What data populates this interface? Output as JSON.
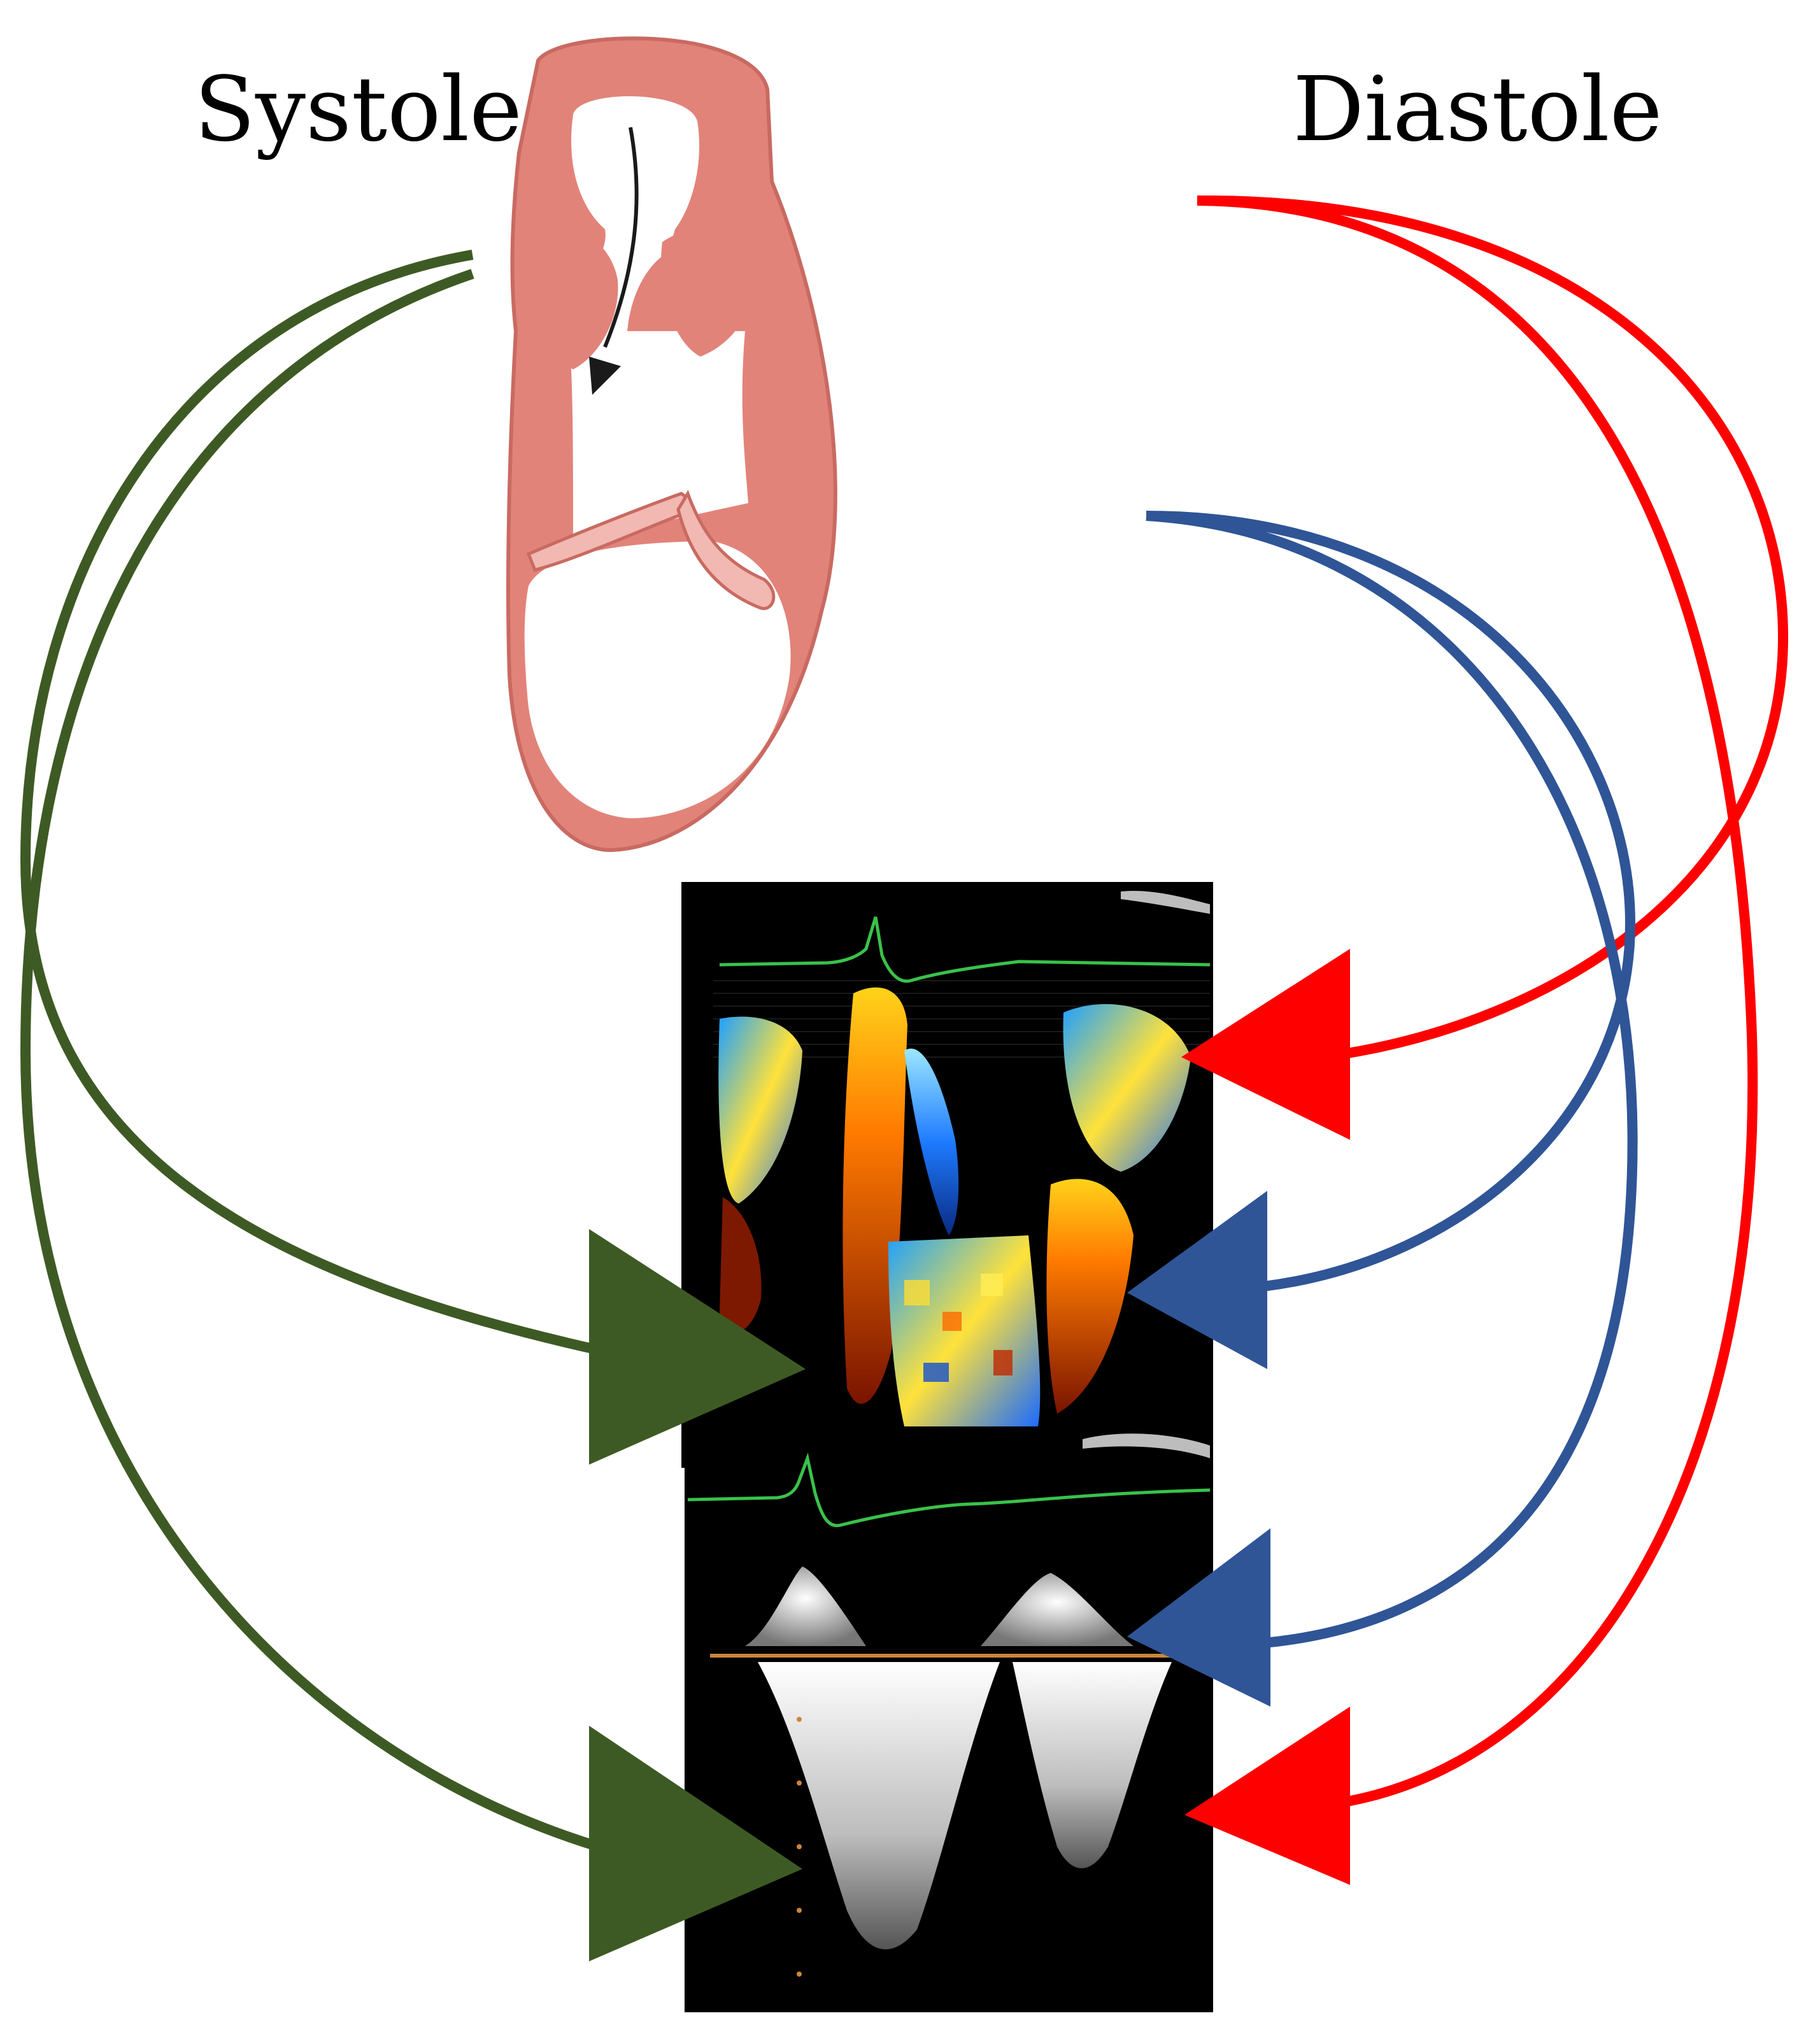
{
  "labels": {
    "systole": "Systole",
    "diastole": "Diastole"
  },
  "colors": {
    "systole_arrow": "#3e5a24",
    "diastole_red_arrow": "#ff0000",
    "diastole_blue_arrow": "#2f5597",
    "heart_muscle": "#e2837a",
    "heart_outline": "#c96a62",
    "valve_leaflet": "#f2b8b2",
    "ecg_trace": "#39c24a",
    "baseline": "#c8863a"
  },
  "icons": {
    "heart": "heart-cross-section-icon",
    "flow": "flow-direction-arrow-icon"
  },
  "panels": {
    "color_doppler": "color-m-mode-doppler-panel",
    "spectral_doppler": "pulsed-wave-doppler-spectrum-panel"
  }
}
